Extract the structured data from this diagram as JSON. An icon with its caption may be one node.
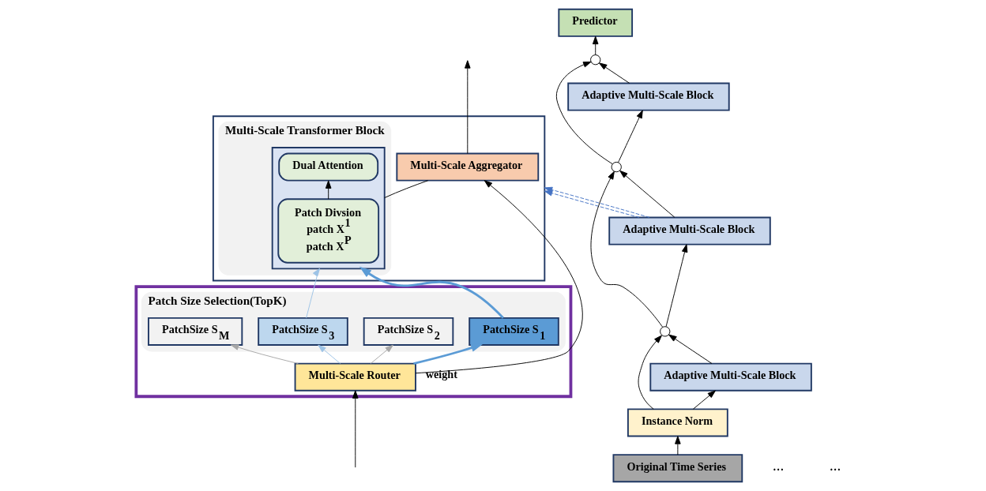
{
  "diagram": {
    "nodes": [
      {
        "text": [
          "Predictor"
        ]
      },
      {
        "text": [],
        "shape": "circle"
      },
      {
        "text": [
          "Adaptive Multi-Scale Block"
        ]
      },
      {
        "text": [],
        "shape": "circle"
      },
      {
        "text": [
          "Adaptive Multi-Scale Block"
        ]
      },
      {
        "text": [],
        "shape": "circle"
      },
      {
        "text": [
          "Adaptive Multi-Scale Block"
        ]
      },
      {
        "text": [
          "Instance Norm"
        ]
      },
      {
        "text": [
          "Original Time Series"
        ]
      },
      {
        "text": [],
        "shape": "box"
      },
      {
        "text": [
          "Multi-Scale Aggregator"
        ],
        "in": 9
      },
      {
        "text": [
          "Multi-Scale Transformer Block"
        ],
        "in": 9
      },
      {
        "text": [],
        "shape": "box",
        "in": 11
      },
      {
        "text": [
          "Patch Divsion",
          "patch X$^{1}$",
          "patch X$^{P}$"
        ],
        "in": 12
      },
      {
        "text": [
          "Dual Attention"
        ],
        "in": 12
      },
      {
        "text": [],
        "shape": "box"
      },
      {
        "text": [
          "Patch Size Selection(TopK)"
        ],
        "in": 15
      },
      {
        "text": [
          "PatchSize S$_{1}$"
        ],
        "in": 16
      },
      {
        "text": [
          "PatchSize S$_{2}$"
        ],
        "in": 16
      },
      {
        "text": [
          "PatchSize S$_{3}$"
        ],
        "in": 16
      },
      {
        "text": [
          "PatchSize S$_{M}$"
        ],
        "in": 16
      },
      {
        "text": [
          "Multi-Scale Router"
        ],
        "in": 15
      }
    ],
    "edges": [
      {
        "from": 8,
        "to": 7,
        "arrow": "to"
      },
      {
        "from": 7,
        "to": 6,
        "arrow": "to"
      },
      {
        "from": 6,
        "to": 5,
        "arrow": "to"
      },
      {
        "from": 5,
        "to": 4,
        "arrow": "to"
      },
      {
        "from": 4,
        "to": 3,
        "arrow": "to"
      },
      {
        "from": 3,
        "to": 2,
        "arrow": "to"
      },
      {
        "from": 2,
        "to": 1,
        "arrow": "to"
      },
      {
        "from": 1,
        "to": 0,
        "arrow": "to"
      },
      {
        "from": 7,
        "to": 5,
        "arrow": "to"
      },
      {
        "from": 5,
        "to": 3,
        "arrow": "to"
      },
      {
        "from": 3,
        "to": 1,
        "arrow": "to"
      },
      {
        "from": 4,
        "to": 9,
        "arrow": "to",
        "style": "dashed",
        "color": "#4472c4"
      },
      {
        "from": 4,
        "to": 9,
        "arrow": "to",
        "style": "dashed",
        "color": "#4472c4"
      },
      {
        "from": null,
        "to": 21,
        "arrow": "to"
      },
      {
        "from": 21,
        "to": 17,
        "arrow": "to",
        "style": "thick",
        "color": "#5b9bd5"
      },
      {
        "from": 21,
        "to": 18,
        "arrow": "to",
        "color": "#a6a6a6"
      },
      {
        "from": 21,
        "to": 19,
        "arrow": "to",
        "color": "#9dc3e6"
      },
      {
        "from": 21,
        "to": 20,
        "arrow": "to",
        "color": "#a6a6a6"
      },
      {
        "from": 17,
        "to": 12,
        "arrow": "to",
        "style": "thick",
        "color": "#5b9bd5"
      },
      {
        "from": 19,
        "to": 12,
        "arrow": "to",
        "color": "#9dc3e6"
      },
      {
        "from": 13,
        "to": 14,
        "arrow": "to"
      },
      {
        "from": 12,
        "to": 10,
        "arrow": "none"
      },
      {
        "from": 21,
        "to": 10,
        "arrow": "to",
        "label": "weight"
      },
      {
        "from": 10,
        "to": null,
        "arrow": "to"
      }
    ],
    "labels": [
      "…",
      "…"
    ]
  }
}
